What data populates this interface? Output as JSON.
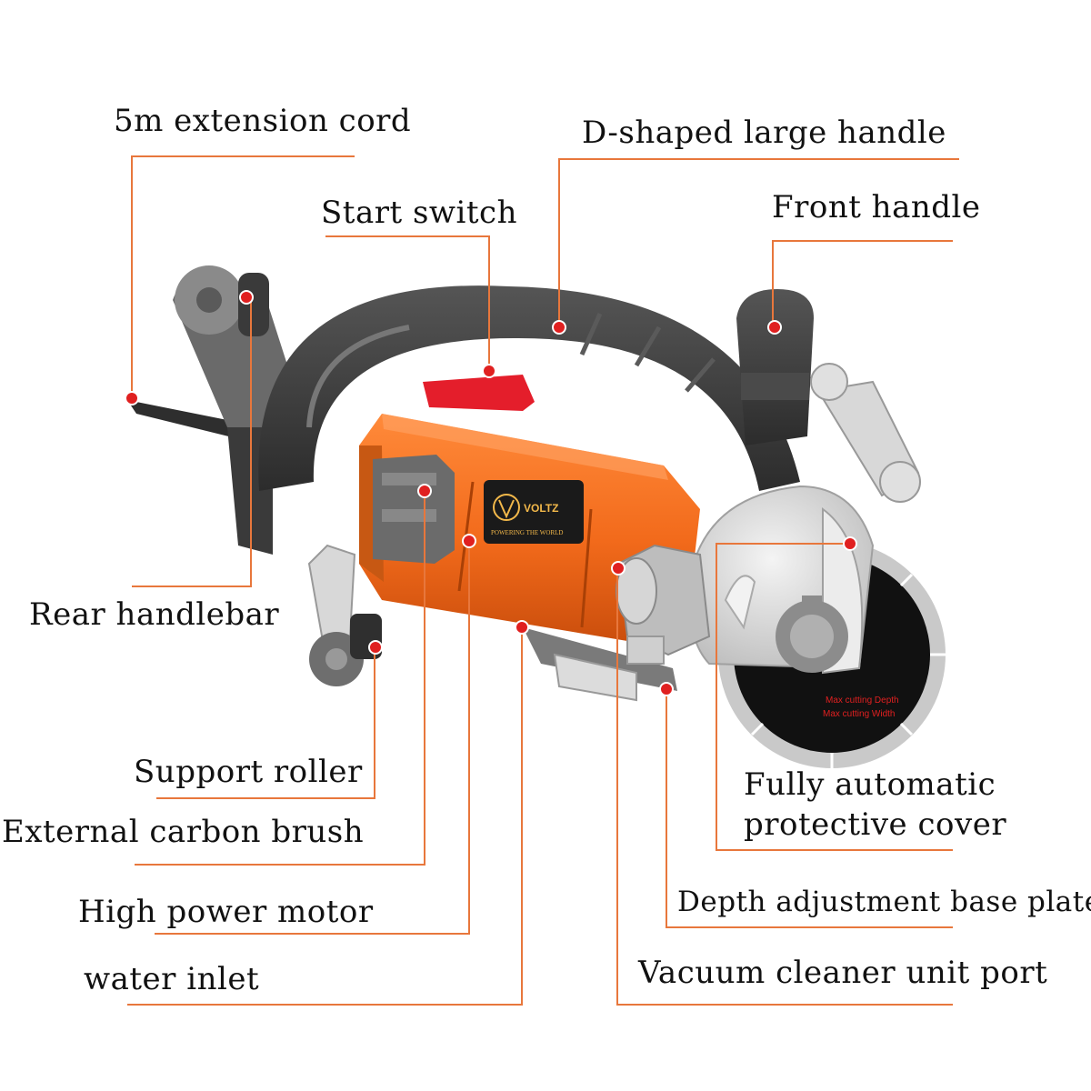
{
  "labels": {
    "extension_cord": "5m extension cord",
    "d_handle": "D-shaped large handle",
    "start_switch": "Start switch",
    "front_handle": "Front handle",
    "rear_handlebar": "Rear handlebar",
    "support_roller": "Support roller",
    "carbon_brush": "External carbon brush",
    "protective_cover": "Fully automatic protective cover",
    "high_power_motor": "High power motor",
    "depth_plate": "Depth adjustment base plate",
    "water_inlet": "water inlet",
    "vacuum_port": "Vacuum cleaner unit port"
  },
  "product": {
    "brand": "VOLTZ",
    "tagline": "POWERING THE WORLD",
    "blade_text_1": "Max cutting Depth",
    "blade_text_2": "Max cutting Width"
  },
  "colors": {
    "leader_line": "#e8773c",
    "marker_dot": "#e02020",
    "motor_orange": "#f26a1b",
    "handle_dark": "#3c3c3c",
    "guard_silver": "#dcdcdc",
    "blade_black": "#111111",
    "switch_red": "#e41e2b"
  }
}
